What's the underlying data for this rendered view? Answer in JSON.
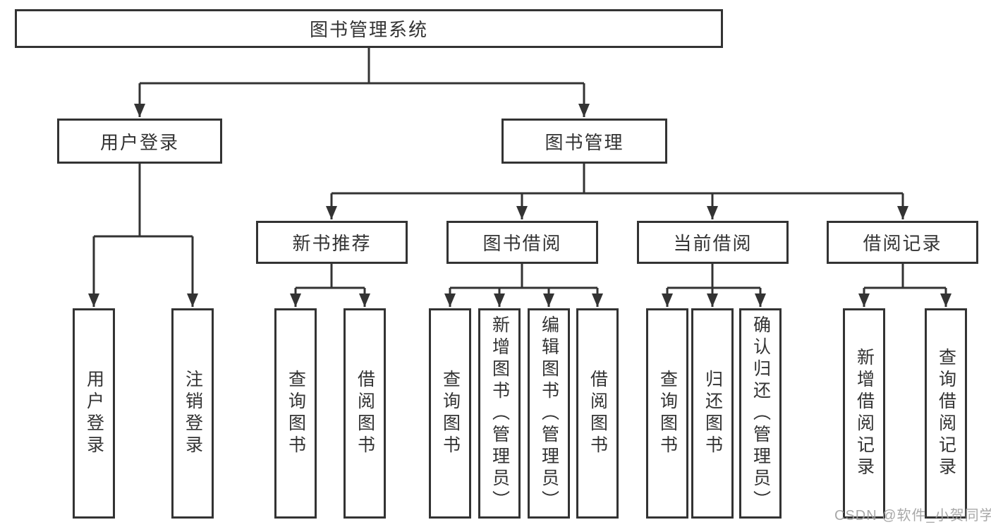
{
  "colors": {
    "line": "#333333",
    "box_border": "#333333",
    "text": "#333333",
    "watermark_text": "#9e9e9e",
    "background": "#ffffff"
  },
  "tree": {
    "root": {
      "label": "图书管理系统",
      "children": [
        {
          "label": "用户登录",
          "children": [
            {
              "label": "用户登录"
            },
            {
              "label": "注销登录"
            }
          ]
        },
        {
          "label": "图书管理",
          "children": [
            {
              "label": "新书推荐",
              "children": [
                {
                  "label": "查询图书"
                },
                {
                  "label": "借阅图书"
                }
              ]
            },
            {
              "label": "图书借阅",
              "children": [
                {
                  "label": "查询图书"
                },
                {
                  "label": "新增图书（管理员）"
                },
                {
                  "label": "编辑图书（管理员）"
                },
                {
                  "label": "借阅图书"
                }
              ]
            },
            {
              "label": "当前借阅",
              "children": [
                {
                  "label": "查询图书"
                },
                {
                  "label": "归还图书"
                },
                {
                  "label": "确认归还（管理员）"
                }
              ]
            },
            {
              "label": "借阅记录",
              "children": [
                {
                  "label": "新增借阅记录"
                },
                {
                  "label": "查询借阅记录"
                }
              ]
            }
          ]
        }
      ]
    }
  },
  "watermark": {
    "text": "CSDN @软件_小贺同学"
  }
}
